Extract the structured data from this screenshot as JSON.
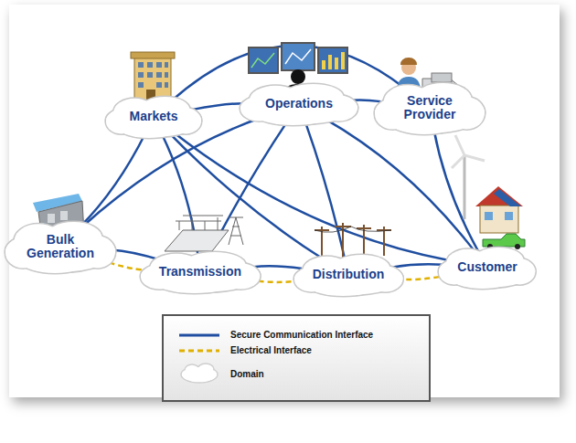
{
  "diagram": {
    "nodes": [
      {
        "text": [
          "Markets"
        ]
      },
      {
        "text": [
          "Operations"
        ]
      },
      {
        "text": [
          "Service Provider"
        ]
      },
      {
        "text": [
          "Bulk Generation"
        ]
      },
      {
        "text": [
          "Transmission"
        ]
      },
      {
        "text": [
          "Distribution"
        ]
      },
      {
        "text": [
          "Customer"
        ]
      }
    ],
    "edges": [
      {
        "from": 0,
        "to": 1,
        "arrow": "none"
      },
      {
        "from": 1,
        "to": 2,
        "arrow": "none"
      },
      {
        "from": 0,
        "to": 2,
        "arrow": "none"
      },
      {
        "from": 0,
        "to": 3,
        "arrow": "none"
      },
      {
        "from": 0,
        "to": 4,
        "arrow": "none"
      },
      {
        "from": 0,
        "to": 5,
        "arrow": "none"
      },
      {
        "from": 0,
        "to": 6,
        "arrow": "none"
      },
      {
        "from": 1,
        "to": 3,
        "arrow": "none"
      },
      {
        "from": 1,
        "to": 4,
        "arrow": "none"
      },
      {
        "from": 1,
        "to": 5,
        "arrow": "none"
      },
      {
        "from": 1,
        "to": 6,
        "arrow": "none"
      },
      {
        "from": 2,
        "to": 6,
        "arrow": "none"
      },
      {
        "from": 3,
        "to": 4,
        "arrow": "none"
      },
      {
        "from": 4,
        "to": 5,
        "arrow": "none"
      },
      {
        "from": 5,
        "to": 6,
        "arrow": "none"
      },
      {
        "from": 3,
        "to": 4,
        "arrow": "none"
      },
      {
        "from": 4,
        "to": 5,
        "arrow": "none"
      },
      {
        "from": 5,
        "to": 6,
        "arrow": "none"
      }
    ],
    "legend": [
      {
        "text": "Secure Communication Interface"
      },
      {
        "text": "Electrical Interface"
      },
      {
        "text": "Domain"
      }
    ]
  }
}
